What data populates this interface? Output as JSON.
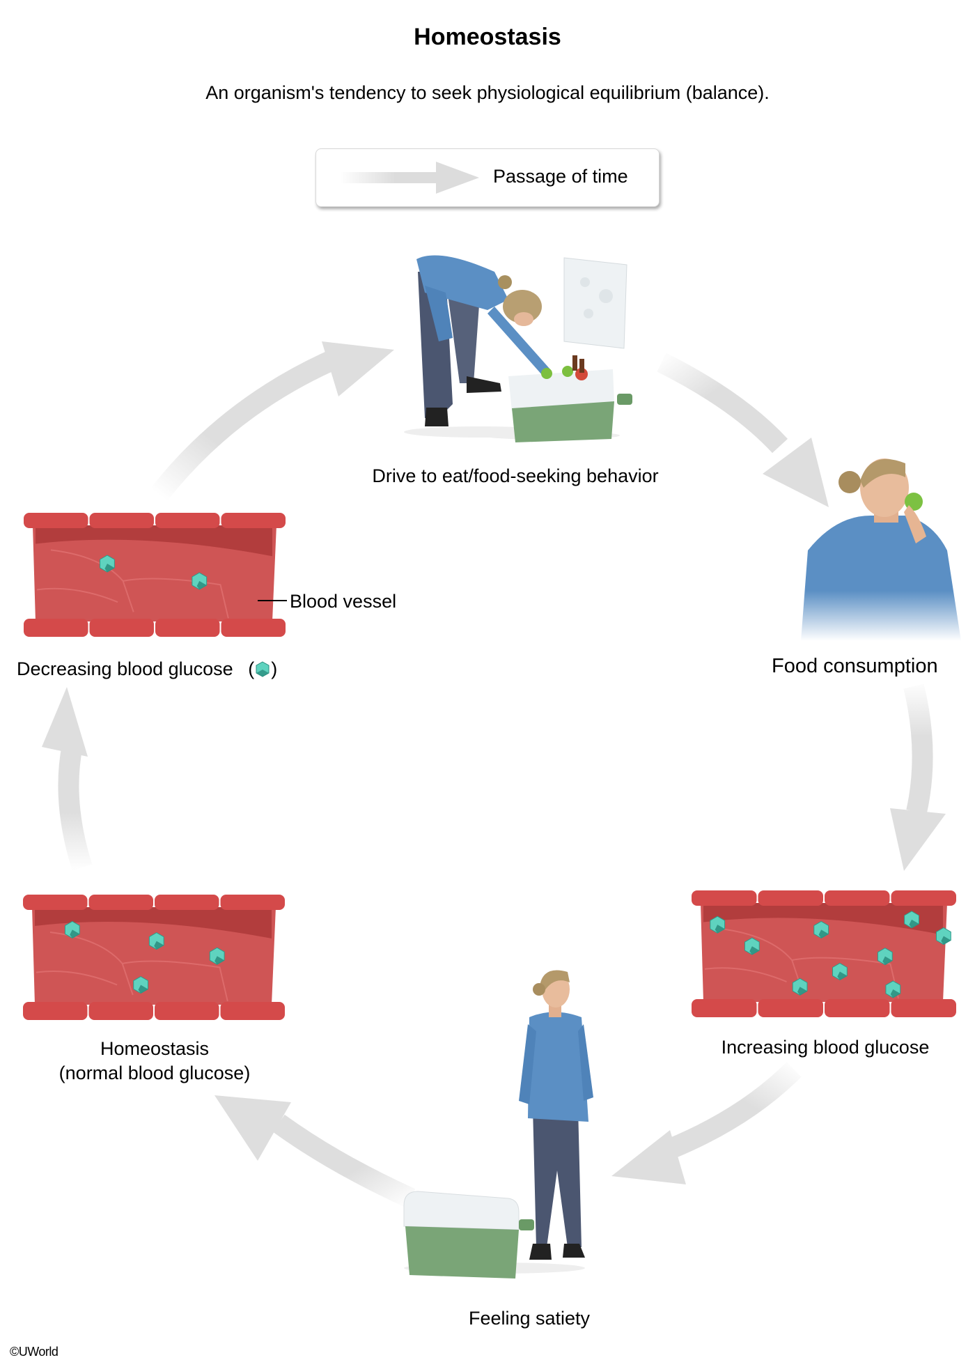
{
  "header": {
    "title": "Homeostasis",
    "subtitle": "An organism's tendency to seek physiological equilibrium (balance)."
  },
  "legend": {
    "arrow_icon": "gray-arrow-right-icon",
    "label": "Passage of time"
  },
  "cycle_stages": [
    {
      "id": "drive-to-eat",
      "label": "Drive to eat/food-seeking behavior",
      "illustration": "person-reaching-into-cooler"
    },
    {
      "id": "food-consumption",
      "label": "Food consumption",
      "illustration": "person-eating-apple"
    },
    {
      "id": "increasing-glucose",
      "label": "Increasing blood glucose",
      "illustration": "blood-vessel",
      "glucose_molecule_count": 9
    },
    {
      "id": "feeling-satiety",
      "label": "Feeling satiety",
      "illustration": "person-standing-by-closed-cooler"
    },
    {
      "id": "homeostasis",
      "label_line1": "Homeostasis",
      "label_line2": "(normal blood glucose)",
      "illustration": "blood-vessel",
      "glucose_molecule_count": 4
    },
    {
      "id": "decreasing-glucose",
      "label": "Decreasing blood glucose",
      "legend_paren_open": "(",
      "legend_paren_close": ")",
      "illustration": "blood-vessel",
      "glucose_molecule_count": 2
    }
  ],
  "annotations": {
    "blood_vessel": "Blood vessel"
  },
  "colors": {
    "vessel_red": "#d24b4b",
    "vessel_dark": "#a83535",
    "glucose_teal": "#5fd3bf",
    "arrow_gray": "#dedede",
    "shirt_blue": "#5b8fc4",
    "jeans": "#4b5670",
    "cooler_green": "#7aa577"
  },
  "footer": {
    "copyright": "©UWorld"
  }
}
